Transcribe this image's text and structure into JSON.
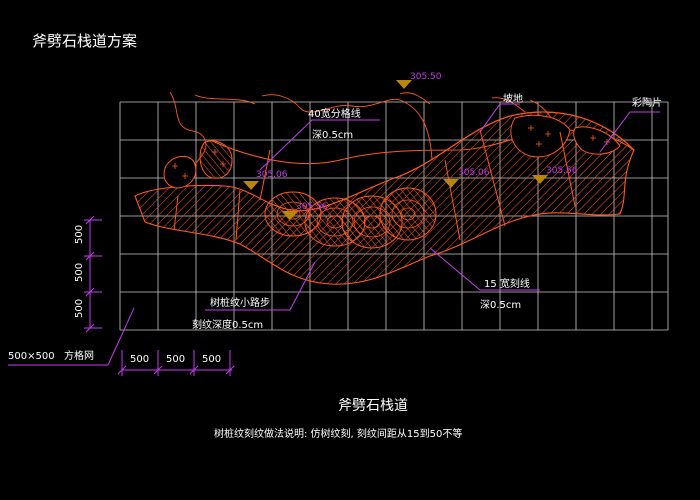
{
  "header": {
    "title": "斧劈石栈道方案"
  },
  "top_level": "305.50",
  "elevations": [
    "305.06",
    "305.56",
    "305.06",
    "305.56"
  ],
  "annotations": {
    "stripe_line": "40宽分格线",
    "stripe_depth": "深0.5cm",
    "slope": "坡地",
    "stone_slab": "彩陶片",
    "cut_line": "15 宽刻线",
    "cut_depth": "深0.5cm",
    "path": "树桩纹小路步",
    "path_depth": "刻纹深度0.5cm"
  },
  "grid_legend": {
    "size": "500×500",
    "label": "方格网"
  },
  "dims_vertical": [
    "500",
    "500",
    "500"
  ],
  "dims_horizontal": [
    "500",
    "500",
    "500"
  ],
  "footer": {
    "title": "斧劈石栈道",
    "note": "树桩纹刻纹做法说明: 仿树纹刻, 刻纹间距从15到50不等"
  },
  "colors": {
    "grid": "#c8c8c8",
    "outline": "#ff5a1e",
    "hatch": "#ff5a1e",
    "leader": "#c43cf0",
    "marker": "#b8860b",
    "dim": "#c43cf0"
  }
}
